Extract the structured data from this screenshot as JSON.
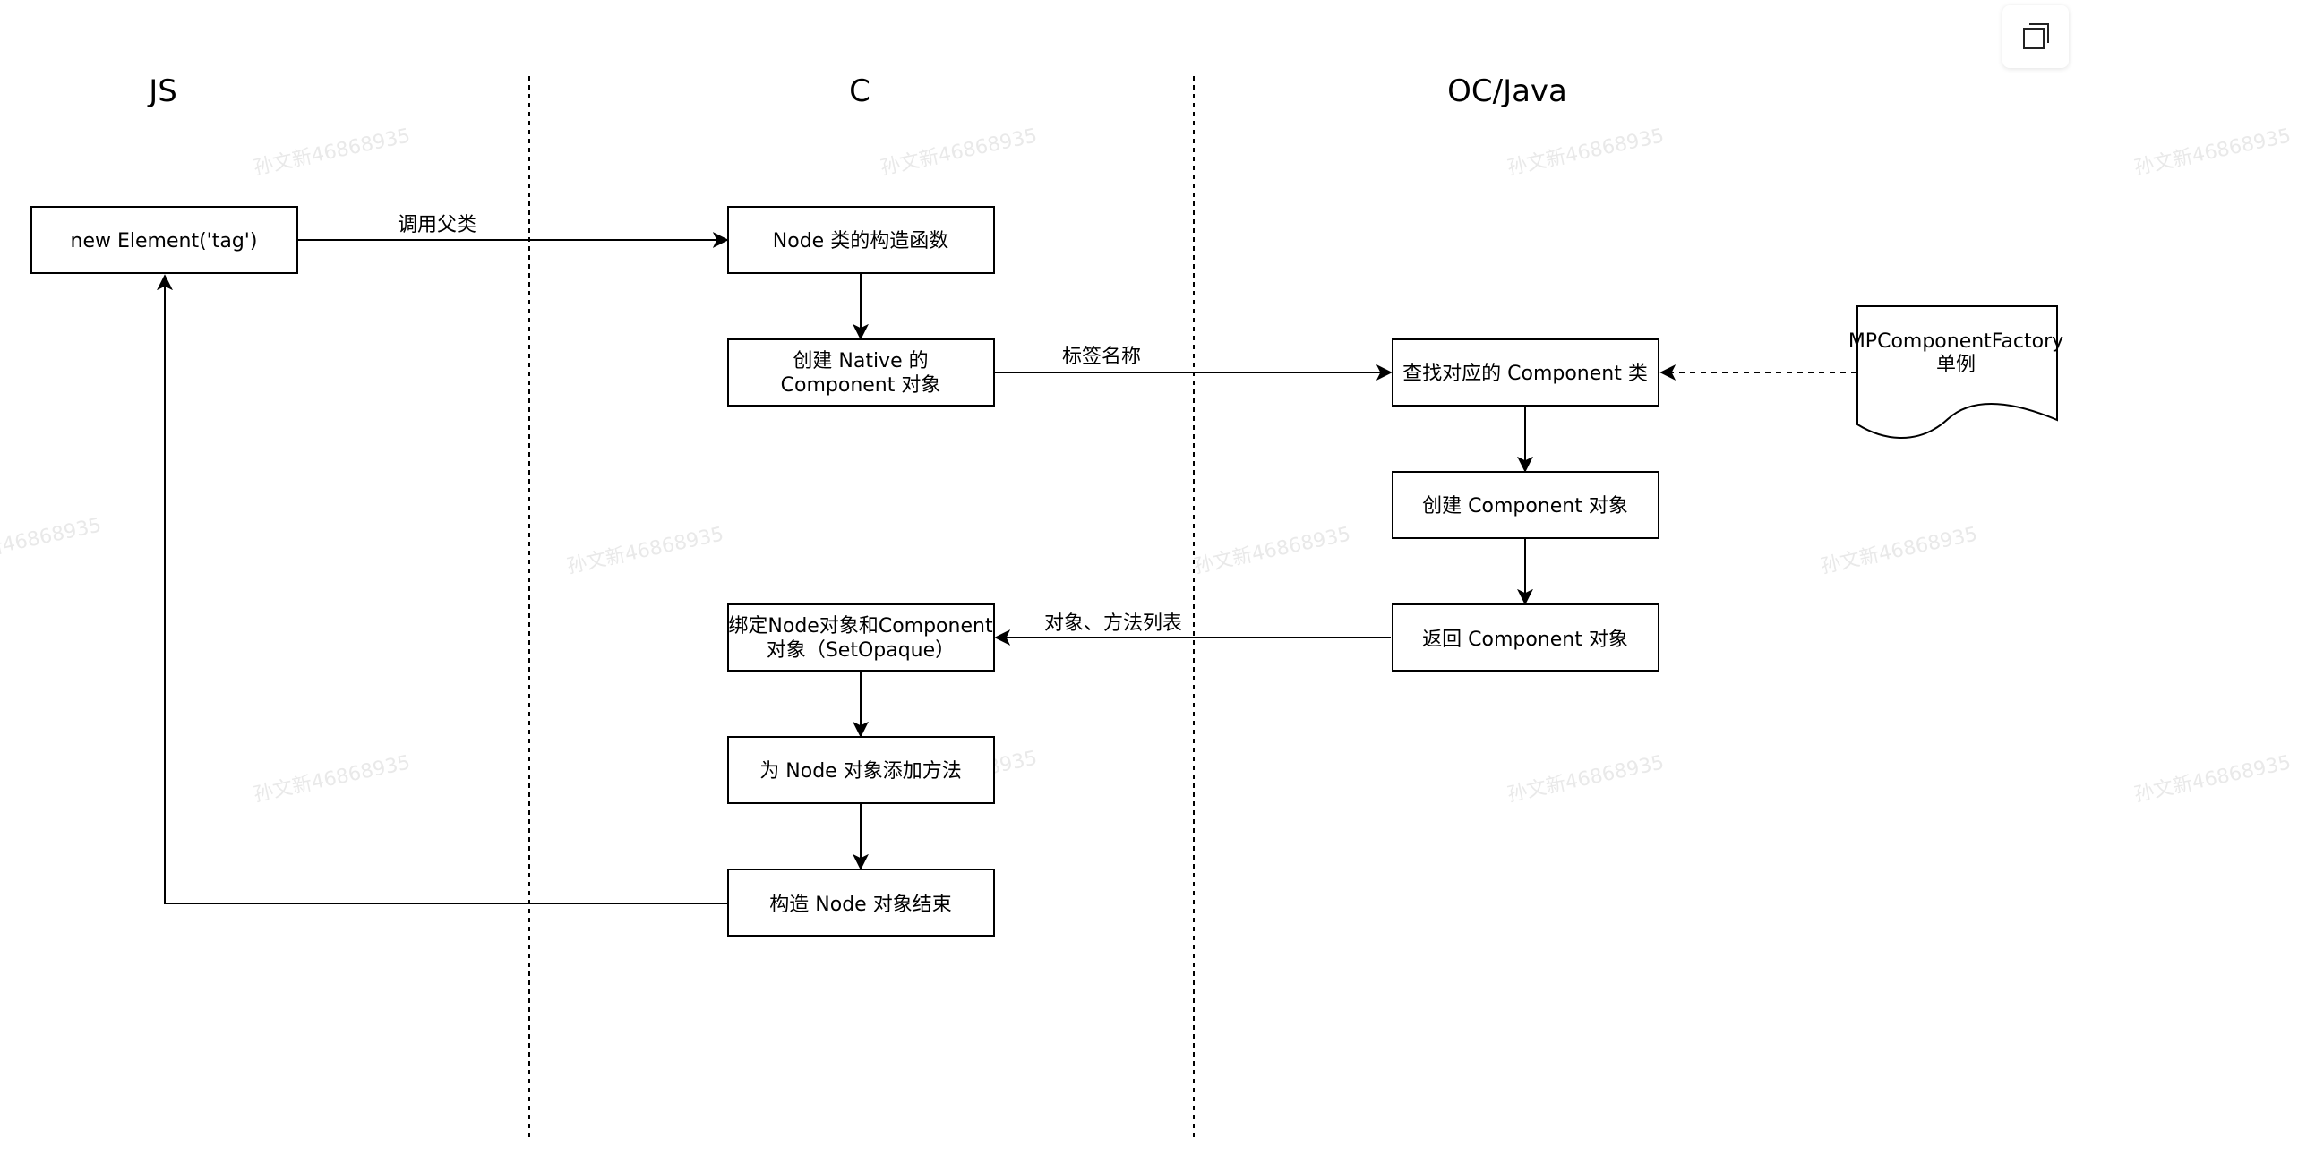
{
  "toolbar": {
    "copy_icon": "copy-icon"
  },
  "lanes": {
    "js": "JS",
    "c": "C",
    "oc_java": "OC/Java"
  },
  "nodes": {
    "new_element": "new Element('tag')",
    "node_ctor": "Node 类的构造函数",
    "create_native_line1": "创建 Native 的",
    "create_native_line2": "Component 对象",
    "find_component": "查找对应的 Component 类",
    "factory_line1": "MPComponentFactory",
    "factory_line2": "单例",
    "create_component": "创建 Component 对象",
    "return_component": "返回 Component 对象",
    "bind_line1": "绑定Node对象和Component",
    "bind_line2": "对象（SetOpaque）",
    "add_methods": "为 Node 对象添加方法",
    "ctor_end": "构造 Node 对象结束"
  },
  "edges": {
    "call_parent": "调用父类",
    "tag_name": "标签名称",
    "object_method_list": "对象、方法列表"
  },
  "watermark": "孙文新46868935"
}
